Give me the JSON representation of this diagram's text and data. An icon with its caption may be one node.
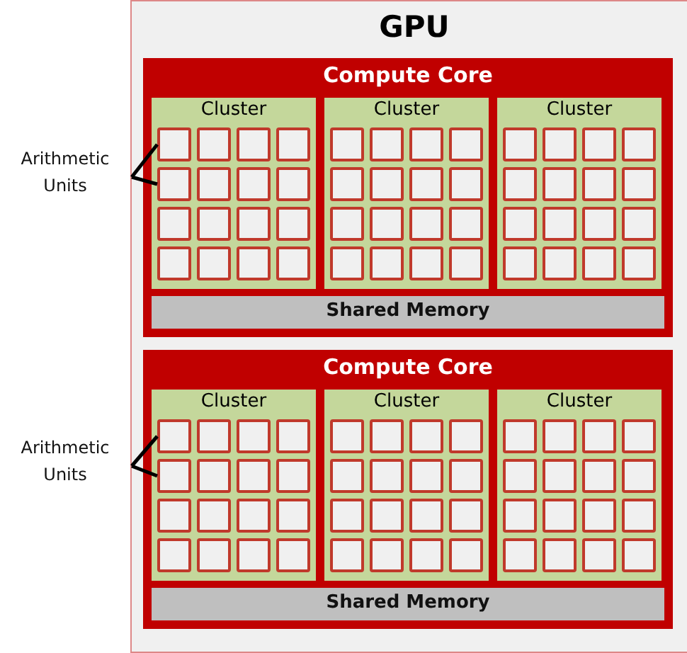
{
  "diagram": {
    "nodes": [
      {
        "text": [
          "GPU"
        ]
      },
      {
        "text": [
          "Compute Core"
        ],
        "in": 0
      },
      {
        "text": [
          "Cluster"
        ],
        "in": 1
      },
      {
        "text": [],
        "shape": "box",
        "in": 2
      },
      {
        "text": [],
        "shape": "box",
        "in": 2
      },
      {
        "text": [],
        "shape": "box",
        "in": 2
      },
      {
        "text": [],
        "shape": "box",
        "in": 2
      },
      {
        "text": [],
        "shape": "box",
        "in": 2
      },
      {
        "text": [],
        "shape": "box",
        "in": 2
      },
      {
        "text": [],
        "shape": "box",
        "in": 2
      },
      {
        "text": [],
        "shape": "box",
        "in": 2
      },
      {
        "text": [],
        "shape": "box",
        "in": 2
      },
      {
        "text": [],
        "shape": "box",
        "in": 2
      },
      {
        "text": [],
        "shape": "box",
        "in": 2
      },
      {
        "text": [],
        "shape": "box",
        "in": 2
      },
      {
        "text": [],
        "shape": "box",
        "in": 2
      },
      {
        "text": [],
        "shape": "box",
        "in": 2
      },
      {
        "text": [],
        "shape": "box",
        "in": 2
      },
      {
        "text": [],
        "shape": "box",
        "in": 2
      },
      {
        "text": [
          "Cluster"
        ],
        "in": 1
      },
      {
        "text": [],
        "shape": "box",
        "in": 19
      },
      {
        "text": [],
        "shape": "box",
        "in": 19
      },
      {
        "text": [],
        "shape": "box",
        "in": 19
      },
      {
        "text": [],
        "shape": "box",
        "in": 19
      },
      {
        "text": [],
        "shape": "box",
        "in": 19
      },
      {
        "text": [],
        "shape": "box",
        "in": 19
      },
      {
        "text": [],
        "shape": "box",
        "in": 19
      },
      {
        "text": [],
        "shape": "box",
        "in": 19
      },
      {
        "text": [],
        "shape": "box",
        "in": 19
      },
      {
        "text": [],
        "shape": "box",
        "in": 19
      },
      {
        "text": [],
        "shape": "box",
        "in": 19
      },
      {
        "text": [],
        "shape": "box",
        "in": 19
      },
      {
        "text": [],
        "shape": "box",
        "in": 19
      },
      {
        "text": [],
        "shape": "box",
        "in": 19
      },
      {
        "text": [],
        "shape": "box",
        "in": 19
      },
      {
        "text": [],
        "shape": "box",
        "in": 19
      },
      {
        "text": [
          "Cluster"
        ],
        "in": 1
      },
      {
        "text": [],
        "shape": "box",
        "in": 36
      },
      {
        "text": [],
        "shape": "box",
        "in": 36
      },
      {
        "text": [],
        "shape": "box",
        "in": 36
      },
      {
        "text": [],
        "shape": "box",
        "in": 36
      },
      {
        "text": [],
        "shape": "box",
        "in": 36
      },
      {
        "text": [],
        "shape": "box",
        "in": 36
      },
      {
        "text": [],
        "shape": "box",
        "in": 36
      },
      {
        "text": [],
        "shape": "box",
        "in": 36
      },
      {
        "text": [],
        "shape": "box",
        "in": 36
      },
      {
        "text": [],
        "shape": "box",
        "in": 36
      },
      {
        "text": [],
        "shape": "box",
        "in": 36
      },
      {
        "text": [],
        "shape": "box",
        "in": 36
      },
      {
        "text": [],
        "shape": "box",
        "in": 36
      },
      {
        "text": [],
        "shape": "box",
        "in": 36
      },
      {
        "text": [],
        "shape": "box",
        "in": 36
      },
      {
        "text": [],
        "shape": "box",
        "in": 36
      },
      {
        "text": [
          "Shared Memory"
        ],
        "in": 1
      },
      {
        "text": [
          "Compute Core"
        ],
        "in": 0
      },
      {
        "text": [
          "Cluster"
        ],
        "in": 54
      },
      {
        "text": [],
        "shape": "box",
        "in": 55
      },
      {
        "text": [],
        "shape": "box",
        "in": 55
      },
      {
        "text": [],
        "shape": "box",
        "in": 55
      },
      {
        "text": [],
        "shape": "box",
        "in": 55
      },
      {
        "text": [],
        "shape": "box",
        "in": 55
      },
      {
        "text": [],
        "shape": "box",
        "in": 55
      },
      {
        "text": [],
        "shape": "box",
        "in": 55
      },
      {
        "text": [],
        "shape": "box",
        "in": 55
      },
      {
        "text": [],
        "shape": "box",
        "in": 55
      },
      {
        "text": [],
        "shape": "box",
        "in": 55
      },
      {
        "text": [],
        "shape": "box",
        "in": 55
      },
      {
        "text": [],
        "shape": "box",
        "in": 55
      },
      {
        "text": [],
        "shape": "box",
        "in": 55
      },
      {
        "text": [],
        "shape": "box",
        "in": 55
      },
      {
        "text": [],
        "shape": "box",
        "in": 55
      },
      {
        "text": [],
        "shape": "box",
        "in": 55
      },
      {
        "text": [
          "Cluster"
        ],
        "in": 54
      },
      {
        "text": [],
        "shape": "box",
        "in": 72
      },
      {
        "text": [],
        "shape": "box",
        "in": 72
      },
      {
        "text": [],
        "shape": "box",
        "in": 72
      },
      {
        "text": [],
        "shape": "box",
        "in": 72
      },
      {
        "text": [],
        "shape": "box",
        "in": 72
      },
      {
        "text": [],
        "shape": "box",
        "in": 72
      },
      {
        "text": [],
        "shape": "box",
        "in": 72
      },
      {
        "text": [],
        "shape": "box",
        "in": 72
      },
      {
        "text": [],
        "shape": "box",
        "in": 72
      },
      {
        "text": [],
        "shape": "box",
        "in": 72
      },
      {
        "text": [],
        "shape": "box",
        "in": 72
      },
      {
        "text": [],
        "shape": "box",
        "in": 72
      },
      {
        "text": [],
        "shape": "box",
        "in": 72
      },
      {
        "text": [],
        "shape": "box",
        "in": 72
      },
      {
        "text": [],
        "shape": "box",
        "in": 72
      },
      {
        "text": [],
        "shape": "box",
        "in": 72
      },
      {
        "text": [
          "Cluster"
        ],
        "in": 54
      },
      {
        "text": [],
        "shape": "box",
        "in": 89
      },
      {
        "text": [],
        "shape": "box",
        "in": 89
      },
      {
        "text": [],
        "shape": "box",
        "in": 89
      },
      {
        "text": [],
        "shape": "box",
        "in": 89
      },
      {
        "text": [],
        "shape": "box",
        "in": 89
      },
      {
        "text": [],
        "shape": "box",
        "in": 89
      },
      {
        "text": [],
        "shape": "box",
        "in": 89
      },
      {
        "text": [],
        "shape": "box",
        "in": 89
      },
      {
        "text": [],
        "shape": "box",
        "in": 89
      },
      {
        "text": [],
        "shape": "box",
        "in": 89
      },
      {
        "text": [],
        "shape": "box",
        "in": 89
      },
      {
        "text": [],
        "shape": "box",
        "in": 89
      },
      {
        "text": [],
        "shape": "box",
        "in": 89
      },
      {
        "text": [],
        "shape": "box",
        "in": 89
      },
      {
        "text": [],
        "shape": "box",
        "in": 89
      },
      {
        "text": [],
        "shape": "box",
        "in": 89
      },
      {
        "text": [
          "Shared Memory"
        ],
        "in": 54
      },
      {
        "text": [
          "Arithmetic Units"
        ]
      },
      {
        "text": [
          "Arithmetic Units"
        ]
      }
    ],
    "edges": [
      {
        "from": 107,
        "to": 3,
        "arrow": "none"
      },
      {
        "from": 107,
        "to": 7,
        "arrow": "none"
      },
      {
        "from": 108,
        "to": 56,
        "arrow": "none"
      },
      {
        "from": 108,
        "to": 60,
        "arrow": "none"
      }
    ]
  }
}
